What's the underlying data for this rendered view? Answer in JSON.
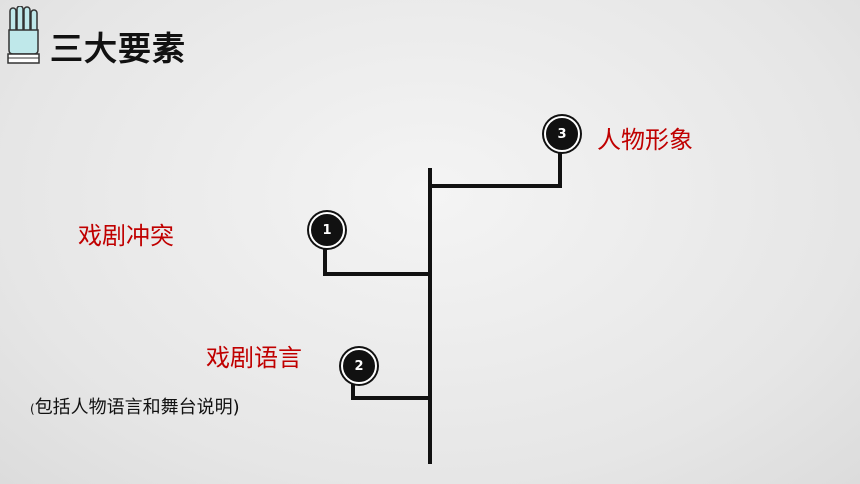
{
  "header": {
    "title": "三大要素",
    "icon": "glove-icon"
  },
  "diagram": {
    "nodes": [
      {
        "number": "1",
        "label": "戏剧冲突"
      },
      {
        "number": "2",
        "label": "戏剧语言",
        "note_open": "(",
        "note_text": "包括人物语言和舞台说明)"
      },
      {
        "number": "3",
        "label": "人物形象"
      }
    ],
    "colors": {
      "label": "#c00000",
      "line": "#111111",
      "badge": "#111111"
    }
  }
}
